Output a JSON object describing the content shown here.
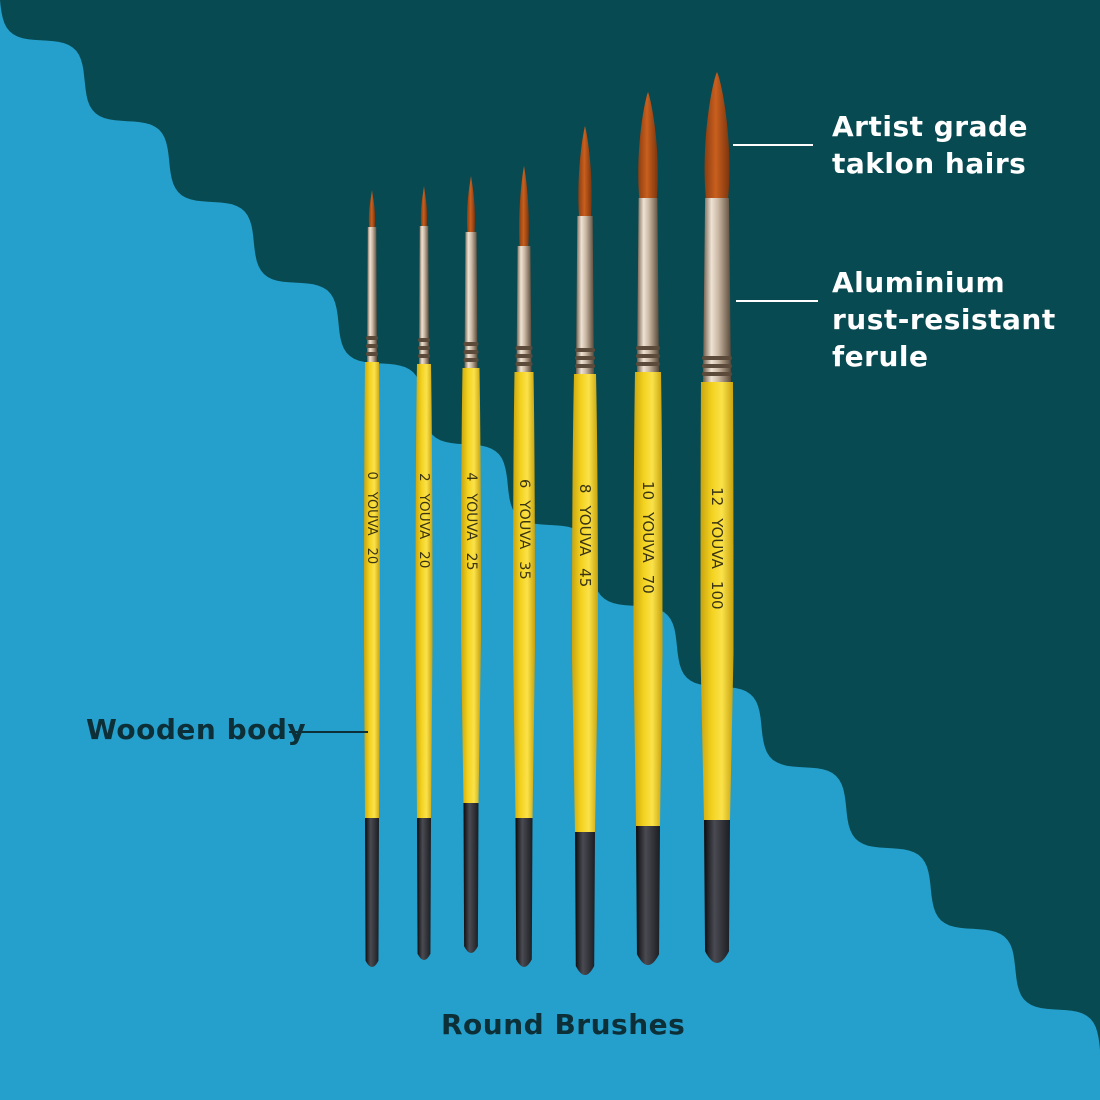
{
  "colors": {
    "light_blue": "#25a0cc",
    "dark_teal": "#084a52",
    "handle_yellow": "#f3d21f",
    "handle_tip_black": "#1c1d22",
    "bristle_orange": "#c85f1e",
    "ferrule_silver": "#c9b7a3",
    "print_ink": "#3a3413"
  },
  "callouts": {
    "hairs": {
      "line1": "Artist grade",
      "line2": "taklon hairs"
    },
    "ferule": {
      "line1": "Aluminium",
      "line2": "rust-resistant",
      "line3": "ferule"
    },
    "body": "Wooden body"
  },
  "caption": "Round Brushes",
  "brand": "YOUVA",
  "brushes": [
    {
      "size": "0",
      "code": "20"
    },
    {
      "size": "2",
      "code": "20"
    },
    {
      "size": "4",
      "code": "25"
    },
    {
      "size": "6",
      "code": "35"
    },
    {
      "size": "8",
      "code": "45"
    },
    {
      "size": "10",
      "code": "70"
    },
    {
      "size": "12",
      "code": "100"
    }
  ]
}
